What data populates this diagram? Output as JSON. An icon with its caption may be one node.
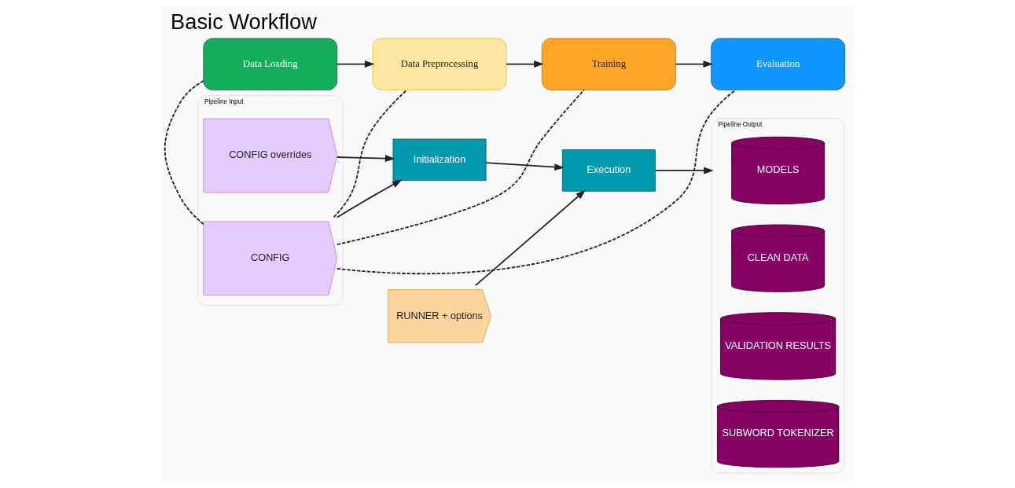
{
  "diagram": {
    "title": "Basic Workflow",
    "nodes": [
      {
        "text": [
          "Pipeline Input"
        ]
      },
      {
        "text": [
          "CONFIG overrides"
        ],
        "in": 0
      },
      {
        "text": [
          "CONFIG"
        ],
        "in": 0
      },
      {
        "text": [
          "RUNNER + options"
        ]
      },
      {
        "text": [
          "Initialization"
        ]
      },
      {
        "text": [
          "Execution"
        ]
      },
      {
        "text": [
          "Pipeline Output"
        ]
      },
      {
        "text": [
          "MODELS"
        ],
        "in": 6
      },
      {
        "text": [
          "CLEAN DATA"
        ],
        "in": 6
      },
      {
        "text": [
          "VALIDATION RESULTS"
        ],
        "in": 6
      },
      {
        "text": [
          "SUBWORD TOKENIZER"
        ],
        "in": 6
      },
      {
        "text": [
          "Data Loading"
        ]
      },
      {
        "text": [
          "Data Preprocessing"
        ]
      },
      {
        "text": [
          "Training"
        ]
      },
      {
        "text": [
          "Evaluation"
        ]
      }
    ],
    "edges": [
      {
        "from": 1,
        "to": 4,
        "arrow": "to"
      },
      {
        "from": 2,
        "to": 4,
        "arrow": "to"
      },
      {
        "from": 3,
        "to": 5,
        "arrow": "to"
      },
      {
        "from": 4,
        "to": 5,
        "arrow": "to"
      },
      {
        "from": 5,
        "to": 6,
        "arrow": "to"
      },
      {
        "from": 11,
        "to": 12,
        "arrow": "to"
      },
      {
        "from": 12,
        "to": 13,
        "arrow": "to"
      },
      {
        "from": 13,
        "to": 14,
        "arrow": "to"
      },
      {
        "from": 2,
        "to": 11,
        "arrow": "none",
        "style": "dashed"
      },
      {
        "from": 2,
        "to": 12,
        "arrow": "none",
        "style": "dashed"
      },
      {
        "from": 2,
        "to": 13,
        "arrow": "none",
        "style": "dashed"
      },
      {
        "from": 2,
        "to": 14,
        "arrow": "none",
        "style": "dashed"
      }
    ]
  }
}
